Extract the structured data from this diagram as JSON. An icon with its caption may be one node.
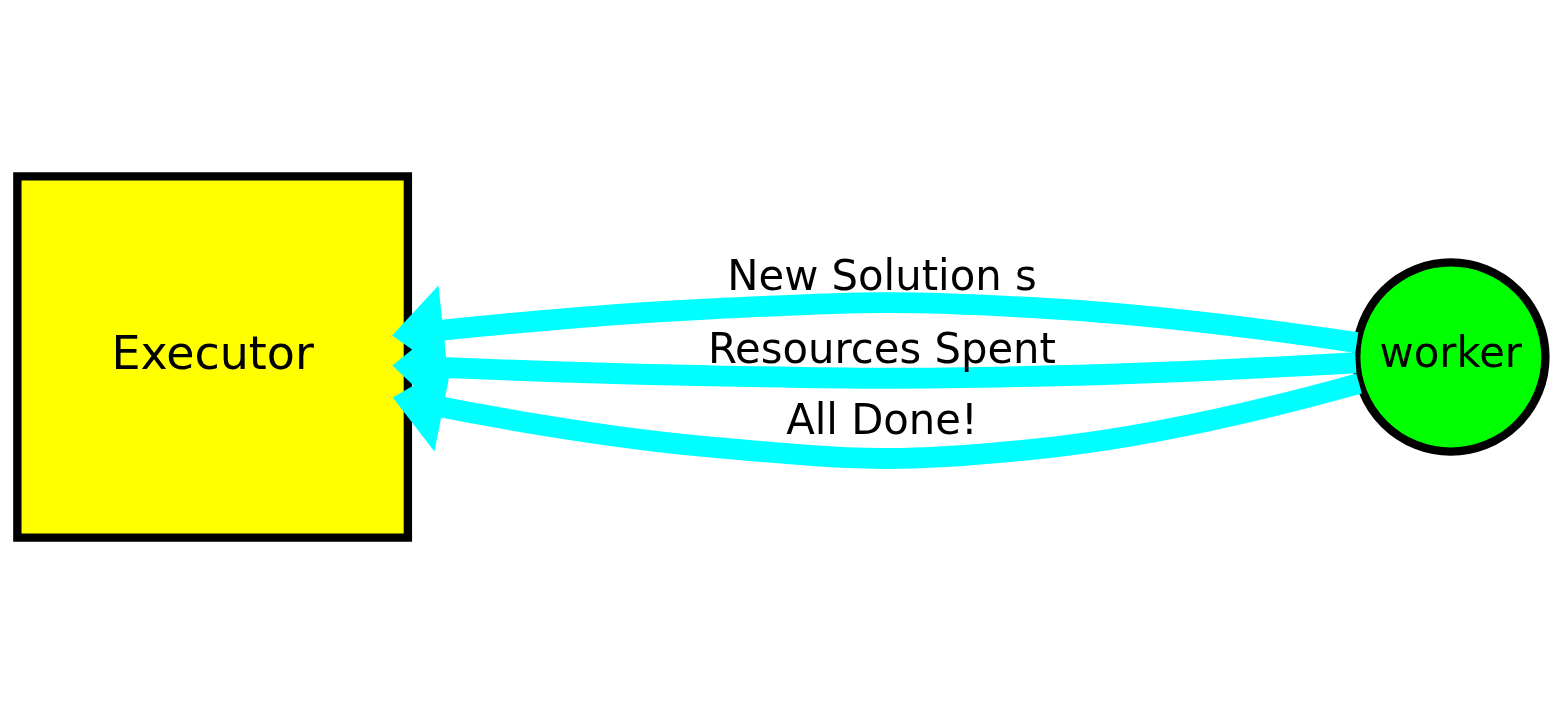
{
  "diagram": {
    "nodes": [
      {
        "text": [
          "Executor"
        ]
      },
      {
        "text": [
          "worker"
        ]
      }
    ],
    "edges": [
      {
        "from": 1,
        "to": 0,
        "arrow": "to",
        "label": "New Solution s"
      },
      {
        "from": 1,
        "to": 0,
        "arrow": "to",
        "label": "Resources Spent"
      },
      {
        "from": 1,
        "to": 0,
        "arrow": "to",
        "label": "All Done!"
      }
    ]
  }
}
